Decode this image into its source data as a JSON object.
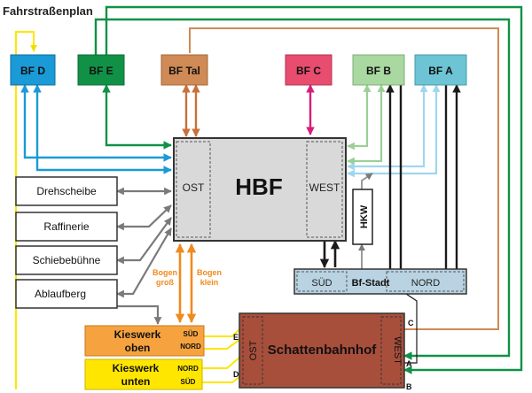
{
  "title": "Fahrstraßenplan",
  "boxes": {
    "bf_d": {
      "label": "BF D",
      "color": "#1a9ad6"
    },
    "bf_e": {
      "label": "BF E",
      "color": "#119146"
    },
    "bf_tal": {
      "label": "BF Tal",
      "color": "#d08a55"
    },
    "bf_c": {
      "label": "BF C",
      "color": "#e84c6f"
    },
    "bf_b": {
      "label": "BF B",
      "color": "#a9d8a0"
    },
    "bf_a": {
      "label": "BF A",
      "color": "#6cc4d4"
    },
    "hbf": {
      "label": "HBF",
      "ost": "OST",
      "west": "WEST"
    },
    "hkw": {
      "label": "HKW"
    },
    "bfstadt": {
      "label": "Bf-Stadt",
      "sued": "SÜD",
      "nord": "NORD"
    },
    "drehscheibe": {
      "label": "Drehscheibe"
    },
    "raffinerie": {
      "label": "Raffinerie"
    },
    "schiebebuehne": {
      "label": "Schiebebühne"
    },
    "ablaufberg": {
      "label": "Ablaufberg"
    },
    "kieswerk_oben": {
      "line1": "Kieswerk",
      "line2": "oben",
      "port1": "SÜD",
      "port2": "NORD",
      "color": "#f6a33f"
    },
    "kieswerk_unten": {
      "line1": "Kieswerk",
      "line2": "unten",
      "port1": "NORD",
      "port2": "SÜD",
      "color": "#ffe600"
    },
    "schattenbahnhof": {
      "label": "Schattenbahnhof",
      "ost": "OST",
      "west": "WEST",
      "color": "#a84f3c"
    }
  },
  "bogen": {
    "gross_1": "Bogen",
    "gross_2": "groß",
    "klein_1": "Bogen",
    "klein_2": "klein"
  },
  "ports": {
    "a": "A",
    "b": "B",
    "c": "C",
    "d": "D",
    "e": "E"
  }
}
